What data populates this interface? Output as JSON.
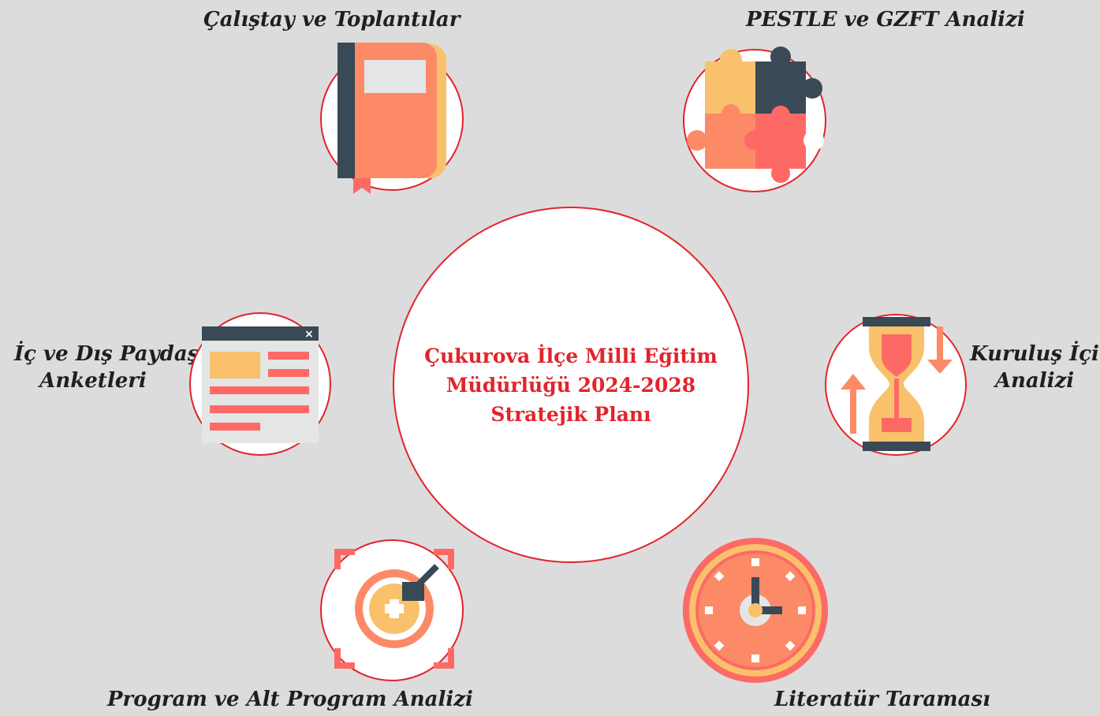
{
  "center": {
    "line1": "Çukurova İlçe Milli Eğitim",
    "line2": "Müdürlüğü 2024-2028",
    "line3": "Stratejik Planı"
  },
  "nodes": {
    "workshops": {
      "label": "Çalıştay ve Toplantılar",
      "icon": "notebook-icon"
    },
    "pestle": {
      "label": "PESTLE ve GZFT Analizi",
      "icon": "puzzle-icon"
    },
    "surveys": {
      "label_line1": "İç ve Dış Paydaş",
      "label_line2": "Anketleri",
      "icon": "browser-window-icon"
    },
    "internal": {
      "label_line1": "Kuruluş İçi",
      "label_line2": "Analizi",
      "icon": "hourglass-icon"
    },
    "program": {
      "label": "Program ve Alt Program Analizi",
      "icon": "target-icon"
    },
    "literature": {
      "label": "Literatür Taraması",
      "icon": "clock-icon"
    }
  },
  "colors": {
    "background": "#dcdcdc",
    "accent_red": "#e2242b",
    "coral": "#fc8a67",
    "salmon": "#fd6a66",
    "yellow": "#f9c16b",
    "dark_slate": "#394955"
  }
}
